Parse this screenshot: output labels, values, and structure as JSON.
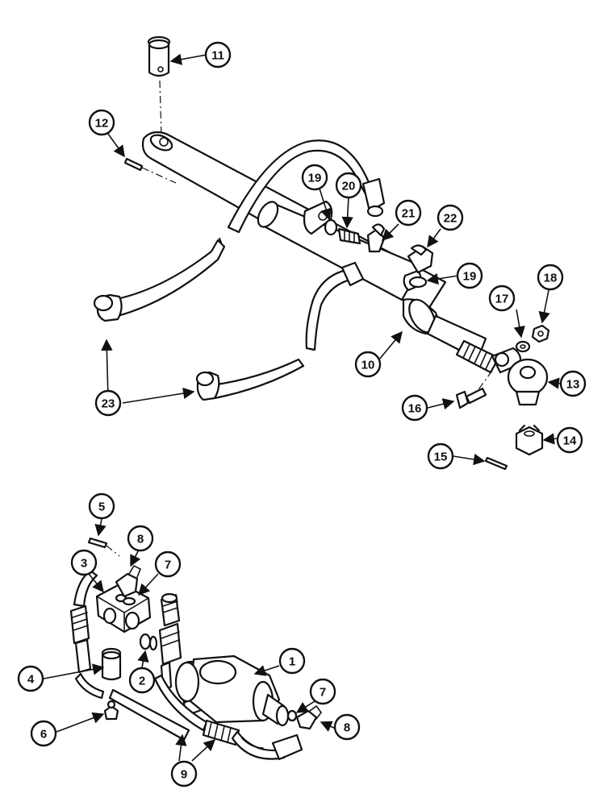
{
  "callouts": {
    "c1": "1",
    "c2": "2",
    "c3": "3",
    "c4": "4",
    "c5": "5",
    "c6": "6",
    "c7a": "7",
    "c7b": "7",
    "c8a": "8",
    "c8b": "8",
    "c9": "9",
    "c10": "10",
    "c11": "11",
    "c12": "12",
    "c13": "13",
    "c14": "14",
    "c15": "15",
    "c16": "16",
    "c17": "17",
    "c18": "18",
    "c19a": "19",
    "c19b": "19",
    "c20": "20",
    "c21": "21",
    "c22": "22",
    "c23": "23"
  },
  "colors": {
    "ink": "#111111",
    "paper": "#ffffff"
  }
}
